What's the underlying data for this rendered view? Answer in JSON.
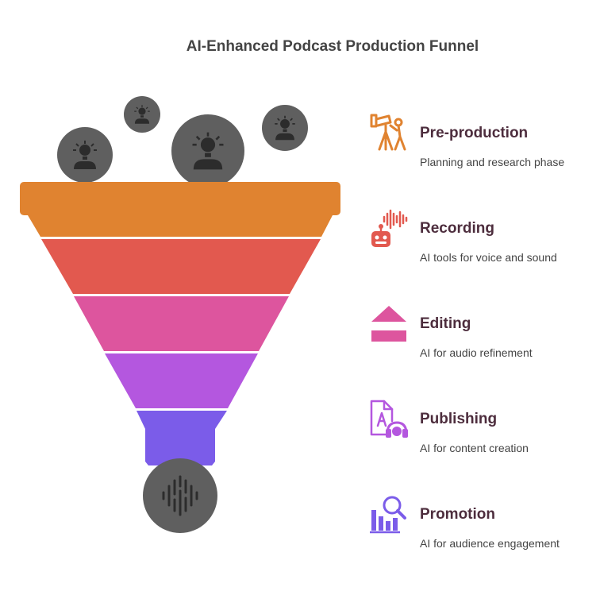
{
  "title": "AI-Enhanced Podcast Production Funnel",
  "stages": [
    {
      "title": "Pre-production",
      "description": "Planning and research phase",
      "color": "#E08330",
      "icon": "camera-tripod-icon"
    },
    {
      "title": "Recording",
      "description": "AI tools for voice and sound",
      "color": "#E2594F",
      "icon": "robot-soundwave-icon"
    },
    {
      "title": "Editing",
      "description": "AI for audio refinement",
      "color": "#DD559E",
      "icon": "eject-icon"
    },
    {
      "title": "Publishing",
      "description": "AI for content creation",
      "color": "#B457DF",
      "icon": "document-headphones-icon"
    },
    {
      "title": "Promotion",
      "description": "AI for audience engagement",
      "color": "#7B5CE9",
      "icon": "chart-magnifier-icon"
    }
  ],
  "colors": {
    "title_text": "#444444",
    "stage_title_text": "#4d2d3d",
    "circle": "#5f5f5f"
  }
}
